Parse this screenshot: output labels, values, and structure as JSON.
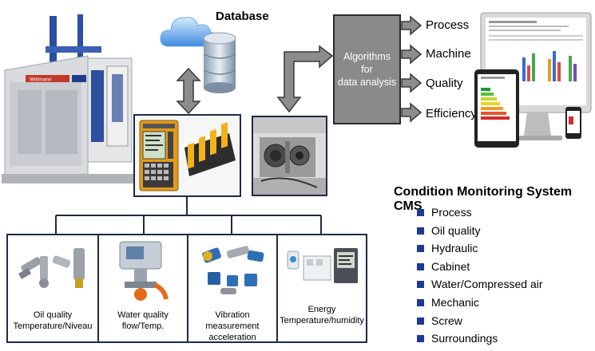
{
  "database": {
    "title": "Database"
  },
  "algorithm_box": {
    "label": "Algorithms\nfor\ndata analysis"
  },
  "outputs": [
    {
      "label": "Process"
    },
    {
      "label": "Machine"
    },
    {
      "label": "Quality"
    },
    {
      "label": "Efficiency"
    }
  ],
  "machine": {
    "brand": "Wittmann"
  },
  "cms": {
    "title": "Condition Monitoring System CMS",
    "items": [
      {
        "label": "Process"
      },
      {
        "label": "Oil quality"
      },
      {
        "label": "Hydraulic"
      },
      {
        "label": "Cabinet"
      },
      {
        "label": "Water/Compressed air"
      },
      {
        "label": "Mechanic"
      },
      {
        "label": "Screw"
      },
      {
        "label": "Surroundings"
      }
    ]
  },
  "sensors": [
    {
      "label": "Oil quality\nTemperature/Niveau"
    },
    {
      "label": "Water quality\nflow/Temp."
    },
    {
      "label": "Vibration measurement\nacceleration"
    },
    {
      "label": "Energy\nTemperature/humidity"
    }
  ],
  "colors": {
    "arrow_fill": "#8c8c8c",
    "arrow_stroke": "#3a3a3a",
    "algo_box": "#8a8a8a",
    "bullet": "#1f3a93",
    "frame": "#1d2a44"
  }
}
